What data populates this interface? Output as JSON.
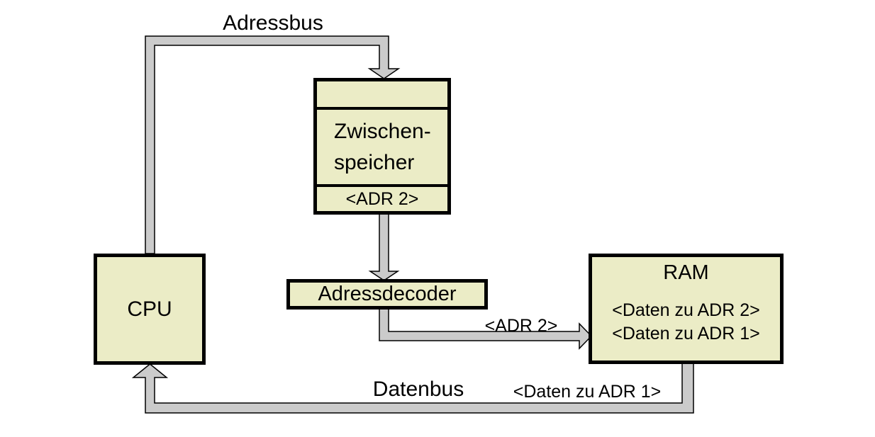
{
  "colors": {
    "box_fill": "#ebecc6",
    "box_border": "#000000",
    "bus_fill": "#cbcbcb",
    "bus_stroke": "#000000",
    "background": "#ffffff",
    "text": "#000000"
  },
  "nodes": {
    "cpu": {
      "label": "CPU"
    },
    "zwischenspeicher": {
      "line1": "Zwischen-",
      "line2": "speicher",
      "address": "<ADR 2>"
    },
    "adressdecoder": {
      "label": "Adressdecoder"
    },
    "ram": {
      "title": "RAM",
      "entries": [
        "<Daten zu ADR 2>",
        "<Daten zu ADR 1>"
      ]
    }
  },
  "buses": {
    "adressbus": {
      "label": "Adressbus"
    },
    "datenbus": {
      "label": "Datenbus",
      "payload": "<Daten zu ADR 1>"
    },
    "decoder_to_ram": {
      "payload": "<ADR 2>"
    }
  }
}
